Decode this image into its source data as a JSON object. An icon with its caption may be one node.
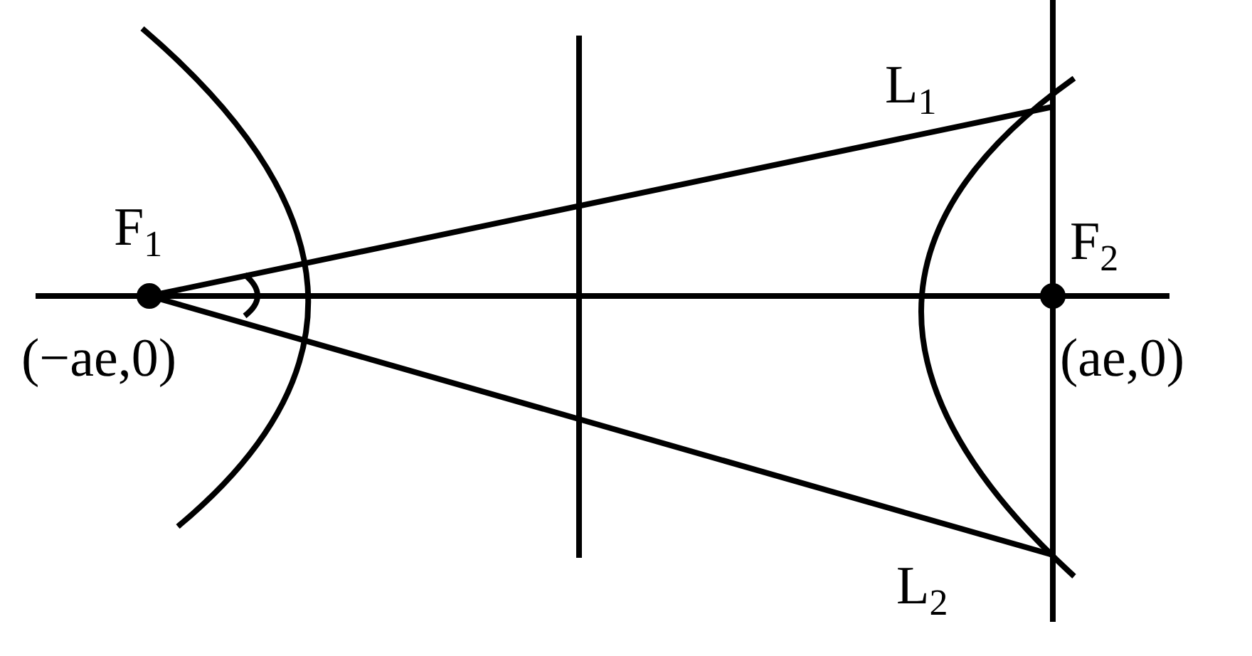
{
  "diagram": {
    "labels": [
      "L$_{1}$",
      "F$_{1}$",
      "F$_{2}$",
      "(−ae,0)",
      "(ae,0)",
      "L$_{2}$"
    ]
  }
}
